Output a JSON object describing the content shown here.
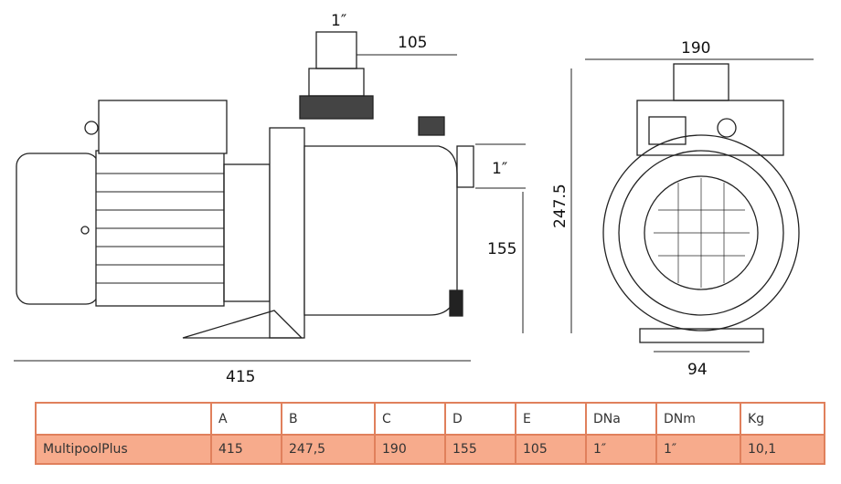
{
  "dimensions": {
    "inlet_size": "1″",
    "inlet_offset": "105",
    "outlet_size": "1″",
    "outlet_height": "155",
    "overall_length": "415",
    "width": "190",
    "height": "247.5",
    "foot_width": "94"
  },
  "table": {
    "headers": [
      "",
      "A",
      "B",
      "C",
      "D",
      "E",
      "DNa",
      "DNm",
      "Kg"
    ],
    "rows": [
      [
        "MultipoolPlus",
        "415",
        "247,5",
        "190",
        "155",
        "105",
        "1″",
        "1″",
        "10,1"
      ]
    ]
  },
  "colors": {
    "table_border": "#e0805c",
    "table_fill": "#f7ab8c"
  }
}
